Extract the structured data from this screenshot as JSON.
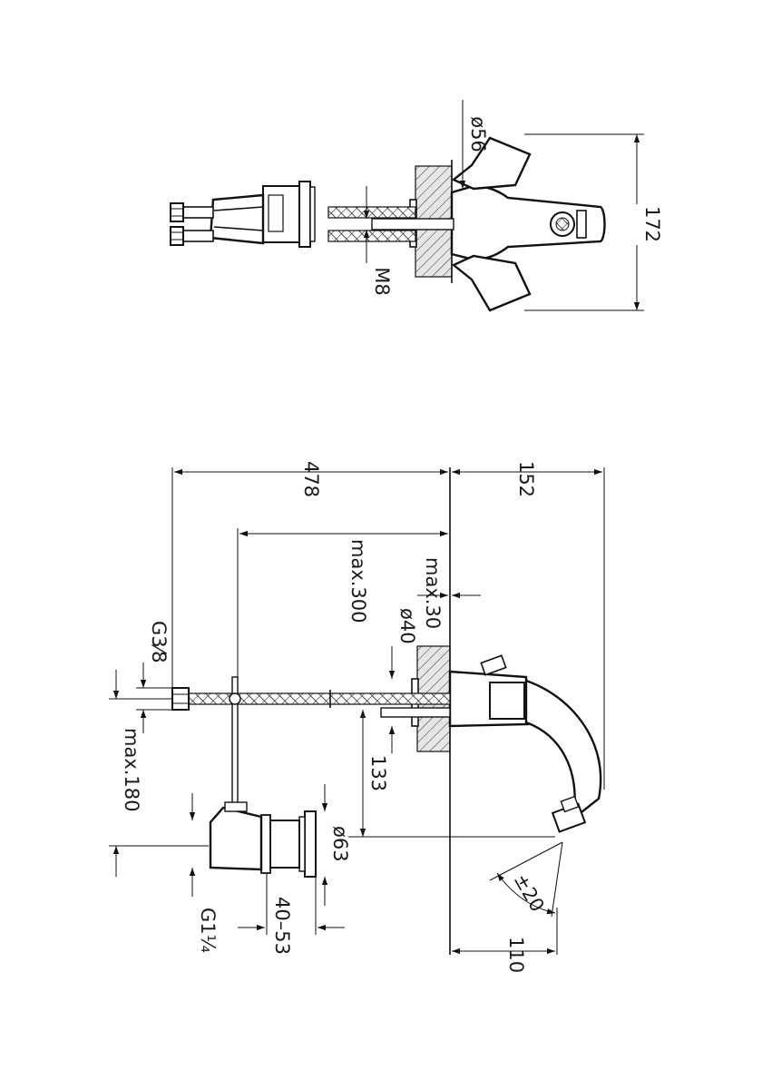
{
  "colors": {
    "line": "#111111",
    "background": "#ffffff",
    "wall": "#d9d9d9"
  },
  "top_view": {
    "dimensions": {
      "handle_dia": "ø56",
      "height": "172",
      "rod_thread": "M8"
    }
  },
  "side_view": {
    "dimensions": {
      "overall_length": "478",
      "spout_reach": "152",
      "rod_max": "max.300",
      "deck_max": "max.30",
      "hole_dia": "ø40",
      "hose_thread": "G3⁄8",
      "pop_up_max": "max.180",
      "hose_drop": "133",
      "waste_dia": "ø63",
      "waste_thread": "G1¼",
      "waste_range": "40–53",
      "swivel": "±20",
      "nozzle_offset": "110"
    }
  }
}
